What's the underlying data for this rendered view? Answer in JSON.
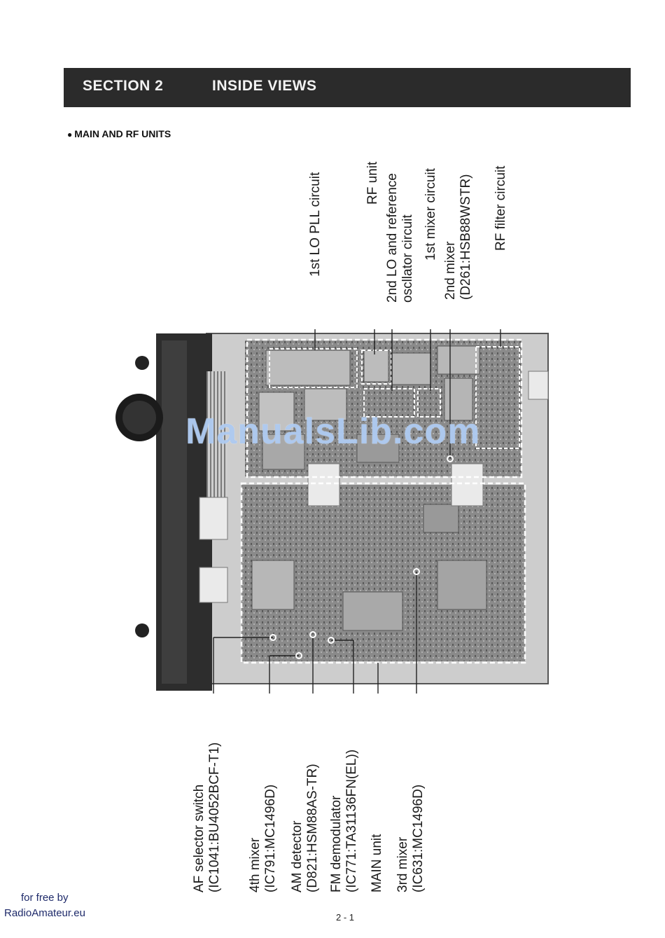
{
  "header": {
    "section_number": "SECTION 2",
    "section_title": "INSIDE VIEWS"
  },
  "subheading": "MAIN AND RF UNITS",
  "top_labels": [
    {
      "lines": [
        "1st LO PLL circuit"
      ]
    },
    {
      "lines": [
        "RF unit"
      ]
    },
    {
      "lines": [
        "2nd LO and reference",
        "oscllator circuit"
      ]
    },
    {
      "lines": [
        "1st mixer circuit"
      ]
    },
    {
      "lines": [
        "2nd mixer",
        "(D261:HSB88WSTR)"
      ]
    },
    {
      "lines": [
        "RF filter circuit"
      ]
    }
  ],
  "bottom_labels": [
    {
      "lines": [
        "AF selector switch",
        "(IC1041:BU4052BCF-T1)"
      ]
    },
    {
      "lines": [
        "4th mixer",
        "(IC791:MC1496D)"
      ]
    },
    {
      "lines": [
        "AM detector",
        "(D821:HSM88AS-TR)"
      ]
    },
    {
      "lines": [
        "FM demodulator",
        "(IC771:TA31136FN(EL))"
      ]
    },
    {
      "lines": [
        "MAIN unit"
      ]
    },
    {
      "lines": [
        "3rd mixer",
        "(IC631:MC1496D)"
      ]
    }
  ],
  "watermark": "ManualsLib.com",
  "footer": {
    "line1": "for free by",
    "line2": "RadioAmateur.eu",
    "page_number": "2 - 1"
  }
}
